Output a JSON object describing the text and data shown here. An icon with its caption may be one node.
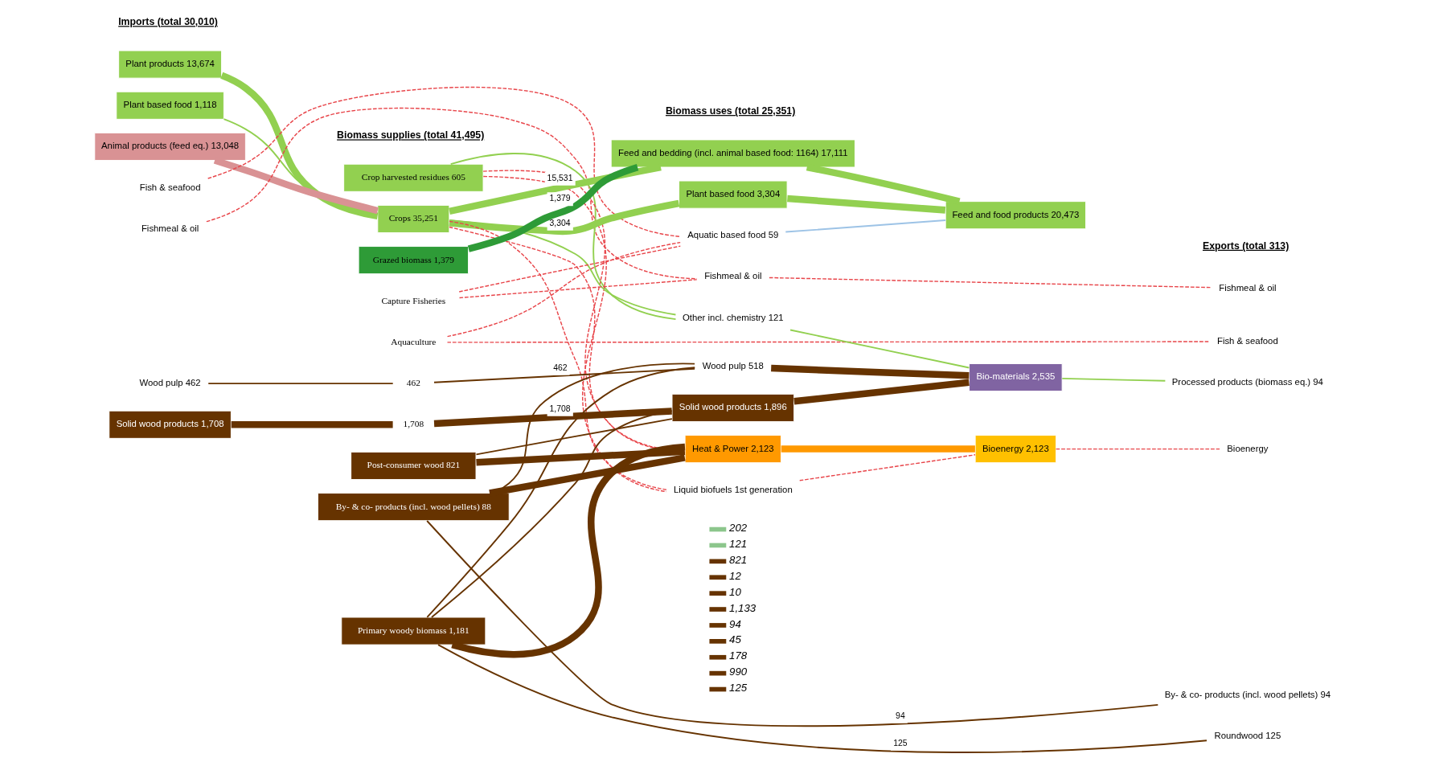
{
  "diagram": {
    "nodes": [
      {
        "text": [
          "Plant products 13,674"
        ]
      },
      {
        "text": [
          "Plant based food 1,118"
        ]
      },
      {
        "text": [
          "Animal products (feed eq.) 13,048"
        ]
      },
      {
        "text": [
          "Fish & seafood"
        ]
      },
      {
        "text": [
          "Fishmeal & oil"
        ]
      },
      {
        "text": [
          "Wood pulp 462"
        ]
      },
      {
        "text": [
          "Solid wood products 1,708"
        ]
      },
      {
        "text": [
          "Crop harvested residues 605"
        ]
      },
      {
        "text": [
          "Crops 35,251"
        ]
      },
      {
        "text": [
          "Grazed biomass 1,379"
        ]
      },
      {
        "text": [
          "Capture Fisheries"
        ]
      },
      {
        "text": [
          "Aquaculture"
        ]
      },
      {
        "text": [
          "462"
        ]
      },
      {
        "text": [
          "1,708"
        ]
      },
      {
        "text": [
          "Post-consumer wood 821"
        ]
      },
      {
        "text": [
          "By- & co- products (incl. wood pellets) 88"
        ]
      },
      {
        "text": [
          "Primary woody biomass 1,181"
        ]
      },
      {
        "text": [
          "Feed and bedding (incl. animal based food: 1164) 17,111"
        ]
      },
      {
        "text": [
          "Plant based food 3,304"
        ]
      },
      {
        "text": [
          "Aquatic based food 59"
        ]
      },
      {
        "text": [
          "Fishmeal & oil"
        ]
      },
      {
        "text": [
          "Other incl. chemistry 121"
        ]
      },
      {
        "text": [
          "Wood pulp 518"
        ]
      },
      {
        "text": [
          "Solid wood products 1,896"
        ]
      },
      {
        "text": [
          "Heat & Power 2,123"
        ]
      },
      {
        "text": [
          "Liquid biofuels 1st generation"
        ]
      },
      {
        "text": [
          "Feed and food products 20,473"
        ]
      },
      {
        "text": [
          "Bio-materials 2,535"
        ]
      },
      {
        "text": [
          "Bioenergy 2,123"
        ]
      },
      {
        "text": [
          "Fishmeal & oil"
        ]
      },
      {
        "text": [
          "Fish & seafood"
        ]
      },
      {
        "text": [
          "Processed products (biomass eq.) 94"
        ]
      },
      {
        "text": [
          "Bioenergy"
        ]
      },
      {
        "text": [
          "By- & co- products (incl. wood pellets) 94"
        ]
      },
      {
        "text": [
          "Roundwood 125"
        ]
      }
    ],
    "edges": [
      {
        "from": 0,
        "to": 8,
        "arrow": "none",
        "style": "thick",
        "color": "#92d050"
      },
      {
        "from": 1,
        "to": 8,
        "arrow": "none",
        "color": "#92d050"
      },
      {
        "from": 2,
        "to": 8,
        "arrow": "none",
        "style": "thick",
        "color": "#d99294"
      },
      {
        "from": 3,
        "to": 19,
        "arrow": "none",
        "style": "dashed",
        "color": "#e8454a"
      },
      {
        "from": 4,
        "to": 20,
        "arrow": "none",
        "style": "dashed",
        "color": "#e8454a"
      },
      {
        "from": 5,
        "to": 12,
        "arrow": "none"
      },
      {
        "from": 12,
        "to": 22,
        "label": "462",
        "arrow": "none"
      },
      {
        "from": 6,
        "to": 13,
        "arrow": "none",
        "style": "thick"
      },
      {
        "from": 13,
        "to": 23,
        "label": "1,708",
        "arrow": "none",
        "style": "thick"
      },
      {
        "from": 7,
        "to": 21,
        "arrow": "none",
        "color": "#92d050"
      },
      {
        "from": 7,
        "to": 24,
        "arrow": "none",
        "style": "dashed",
        "color": "#e8454a"
      },
      {
        "from": 7,
        "to": 25,
        "arrow": "none",
        "style": "dashed",
        "color": "#e8454a"
      },
      {
        "from": 8,
        "to": 17,
        "label": "15,531",
        "arrow": "none",
        "style": "thick",
        "color": "#92d050"
      },
      {
        "from": 8,
        "to": 18,
        "label": "3,304",
        "arrow": "none",
        "style": "thick",
        "color": "#92d050"
      },
      {
        "from": 8,
        "to": 21,
        "arrow": "none",
        "color": "#92d050"
      },
      {
        "from": 8,
        "to": 24,
        "arrow": "none",
        "style": "dashed",
        "color": "#e8454a"
      },
      {
        "from": 8,
        "to": 25,
        "arrow": "none",
        "style": "dashed",
        "color": "#e8454a"
      },
      {
        "from": 9,
        "to": 17,
        "label": "1,379",
        "arrow": "none",
        "style": "thick",
        "color": "#2e9b37"
      },
      {
        "from": 10,
        "to": 19,
        "arrow": "none",
        "style": "dashed",
        "color": "#e8454a"
      },
      {
        "from": 10,
        "to": 20,
        "arrow": "none",
        "style": "dashed",
        "color": "#e8454a"
      },
      {
        "from": 11,
        "to": 19,
        "arrow": "none",
        "style": "dashed",
        "color": "#e8454a"
      },
      {
        "from": 11,
        "to": 30,
        "arrow": "none",
        "style": "dashed",
        "color": "#e8454a"
      },
      {
        "from": 14,
        "to": 24,
        "arrow": "none",
        "style": "thick"
      },
      {
        "from": 14,
        "to": 23,
        "arrow": "none"
      },
      {
        "from": 15,
        "to": 24,
        "arrow": "none",
        "style": "thick"
      },
      {
        "from": 15,
        "to": 22,
        "arrow": "none"
      },
      {
        "from": 15,
        "to": 33,
        "label": "94",
        "arrow": "none"
      },
      {
        "from": 16,
        "to": 24,
        "arrow": "none",
        "style": "thick"
      },
      {
        "from": 16,
        "to": 22,
        "arrow": "none"
      },
      {
        "from": 16,
        "to": 23,
        "arrow": "none"
      },
      {
        "from": 16,
        "to": 34,
        "label": "125",
        "arrow": "none"
      },
      {
        "from": 17,
        "to": 26,
        "arrow": "none",
        "style": "thick",
        "color": "#92d050"
      },
      {
        "from": 18,
        "to": 26,
        "arrow": "none",
        "style": "thick",
        "color": "#92d050"
      },
      {
        "from": 19,
        "to": 26,
        "arrow": "none",
        "color": "#9dc3e6"
      },
      {
        "from": 20,
        "to": 29,
        "arrow": "none",
        "style": "dashed",
        "color": "#e8454a"
      },
      {
        "from": 21,
        "to": 27,
        "arrow": "none",
        "color": "#92d050"
      },
      {
        "from": 22,
        "to": 27,
        "arrow": "none",
        "style": "thick"
      },
      {
        "from": 23,
        "to": 27,
        "arrow": "none",
        "style": "thick"
      },
      {
        "from": 24,
        "to": 28,
        "arrow": "none",
        "style": "thick",
        "color": "#ff9900"
      },
      {
        "from": 25,
        "to": 28,
        "arrow": "none",
        "style": "dashed",
        "color": "#e8454a"
      },
      {
        "from": 27,
        "to": 31,
        "arrow": "none",
        "color": "#92d050"
      },
      {
        "from": 28,
        "to": 32,
        "arrow": "none",
        "style": "dashed",
        "color": "#e8454a"
      }
    ],
    "labels": [
      "Imports (total 30,010)",
      "Biomass supplies (total 41,495)",
      "Biomass uses (total 25,351)",
      "Exports (total 313)"
    ],
    "legend": [
      {
        "text": "202",
        "color": "#8cc68c"
      },
      {
        "text": "121",
        "color": "#8cc68c"
      },
      {
        "text": "821",
        "color": "#663300"
      },
      {
        "text": "12",
        "color": "#663300"
      },
      {
        "text": "10",
        "color": "#663300"
      },
      {
        "text": "1,133",
        "color": "#663300"
      },
      {
        "text": "94",
        "color": "#663300"
      },
      {
        "text": "45",
        "color": "#663300"
      },
      {
        "text": "178",
        "color": "#663300"
      },
      {
        "text": "990",
        "color": "#663300"
      },
      {
        "text": "125",
        "color": "#663300"
      }
    ]
  }
}
